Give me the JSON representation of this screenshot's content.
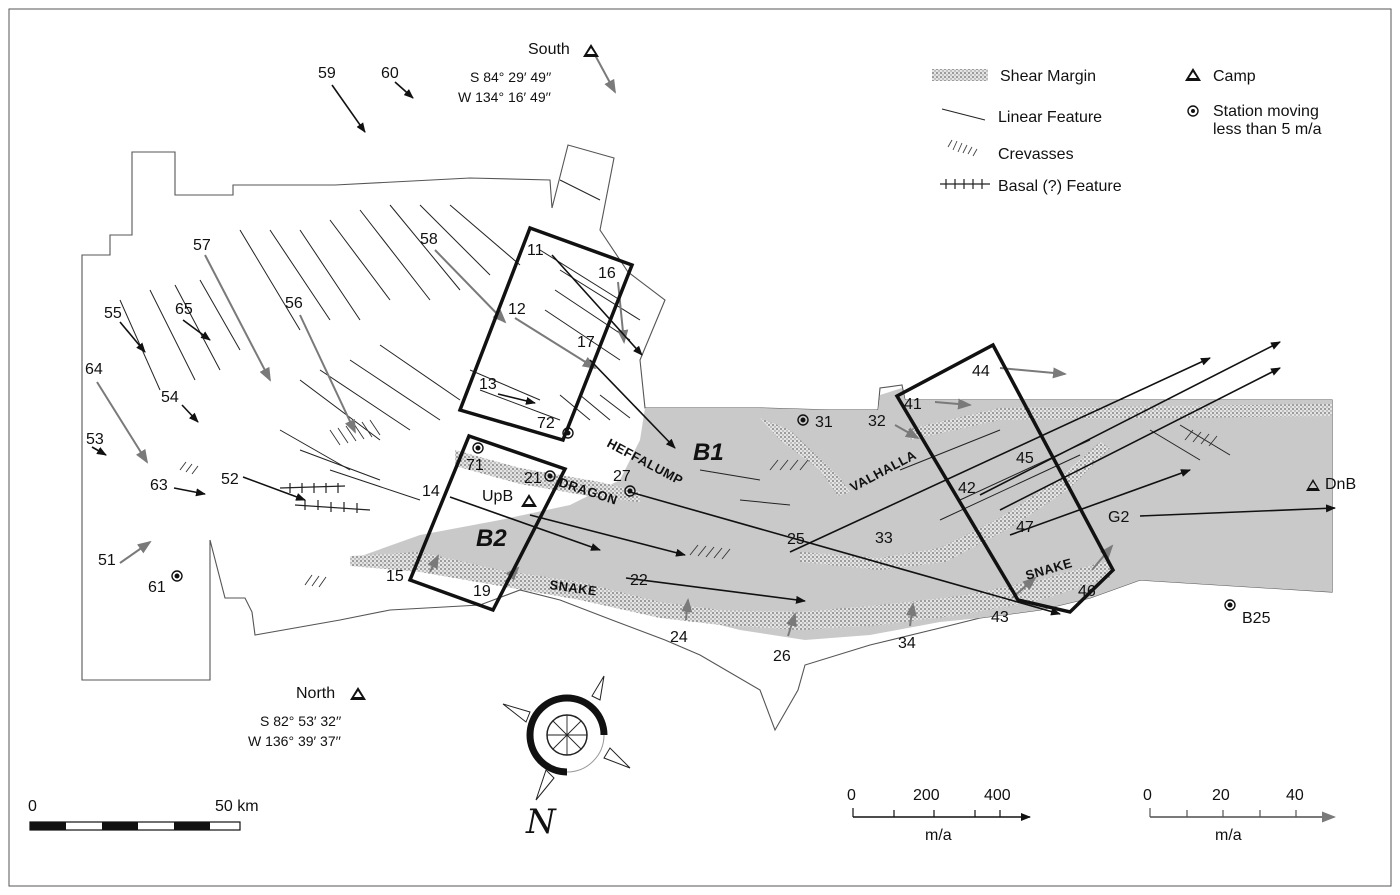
{
  "legend": {
    "shear_margin": "Shear Margin",
    "linear_feature": "Linear Feature",
    "crevasses": "Crevasses",
    "basal_feature": "Basal (?) Feature",
    "camp": "Camp",
    "station_moving_line1": "Station moving",
    "station_moving_line2": "less than 5 m/a"
  },
  "camps": {
    "south": {
      "name": "South",
      "lat": "S  84° 29′ 49′′",
      "lon": "W 134° 16′ 49′′"
    },
    "north": {
      "name": "North",
      "lat": "S  82° 53′ 32′′",
      "lon": "W 136° 39′ 37′′"
    },
    "upb": {
      "name": "UpB"
    },
    "dnb": {
      "name": "DnB"
    }
  },
  "regions": {
    "b1": "B1",
    "b2": "B2"
  },
  "features": {
    "heffalump": "HEFFALUMP",
    "dragon": "DRAGON",
    "valhalla": "VALHALLA",
    "snake_1": "SNAKE",
    "snake_2": "SNAKE"
  },
  "stations": [
    "11",
    "12",
    "13",
    "14",
    "15",
    "16",
    "17",
    "19",
    "21",
    "22",
    "24",
    "25",
    "26",
    "27",
    "31",
    "32",
    "33",
    "34",
    "41",
    "42",
    "43",
    "44",
    "45",
    "46",
    "47",
    "51",
    "52",
    "53",
    "54",
    "55",
    "56",
    "57",
    "58",
    "59",
    "60",
    "61",
    "63",
    "64",
    "65",
    "71",
    "72",
    "G2",
    "B25"
  ],
  "scale_distance": {
    "zero": "0",
    "end": "50 km"
  },
  "scale_velocity_large": {
    "ticks": [
      "0",
      "200",
      "400"
    ],
    "unit": "m/a"
  },
  "scale_velocity_small": {
    "ticks": [
      "0",
      "20",
      "40"
    ],
    "unit": "m/a"
  },
  "north_arrow": {
    "symbol": "N"
  },
  "colors": {
    "arrow_large": "#111111",
    "arrow_small": "#808080",
    "ice_stream": "#c9c9c9",
    "shear_margin": "#9a9a9a"
  }
}
